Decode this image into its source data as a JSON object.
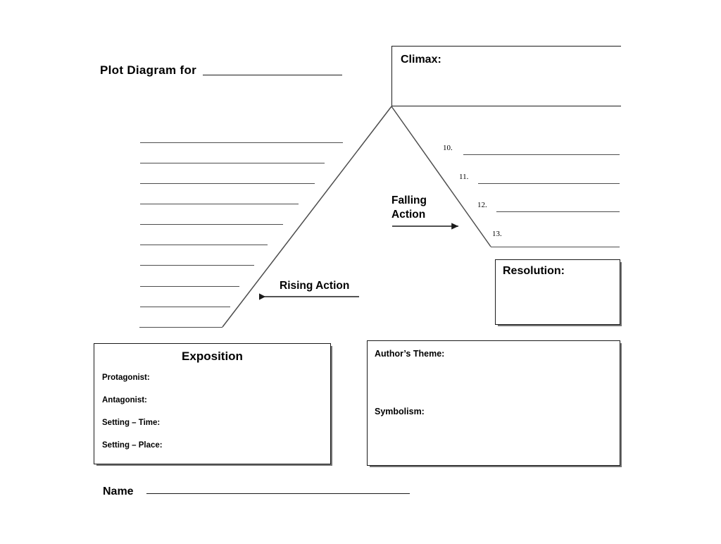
{
  "page": {
    "title_prefix": "Plot Diagram for",
    "name_label": "Name",
    "background_color": "#ffffff",
    "ink_color": "#1a1a1a",
    "rule_color": "#4d4d4d"
  },
  "climax": {
    "heading": "Climax:"
  },
  "resolution": {
    "heading": "Resolution:"
  },
  "rising_action": {
    "label": "Rising Action",
    "arrow_direction": "left",
    "line_count": 10
  },
  "falling_action": {
    "label_line1": "Falling",
    "label_line2": "Action",
    "arrow_direction": "right",
    "items": [
      {
        "number": "10."
      },
      {
        "number": "11."
      },
      {
        "number": "12."
      },
      {
        "number": "13."
      }
    ]
  },
  "exposition": {
    "heading": "Exposition",
    "fields": [
      {
        "label": "Protagonist:"
      },
      {
        "label": "Antagonist:"
      },
      {
        "label": "Setting – Time:"
      },
      {
        "label": "Setting – Place:"
      }
    ]
  },
  "authors_theme": {
    "heading": "Author’s Theme:",
    "subheading": "Symbolism:"
  }
}
